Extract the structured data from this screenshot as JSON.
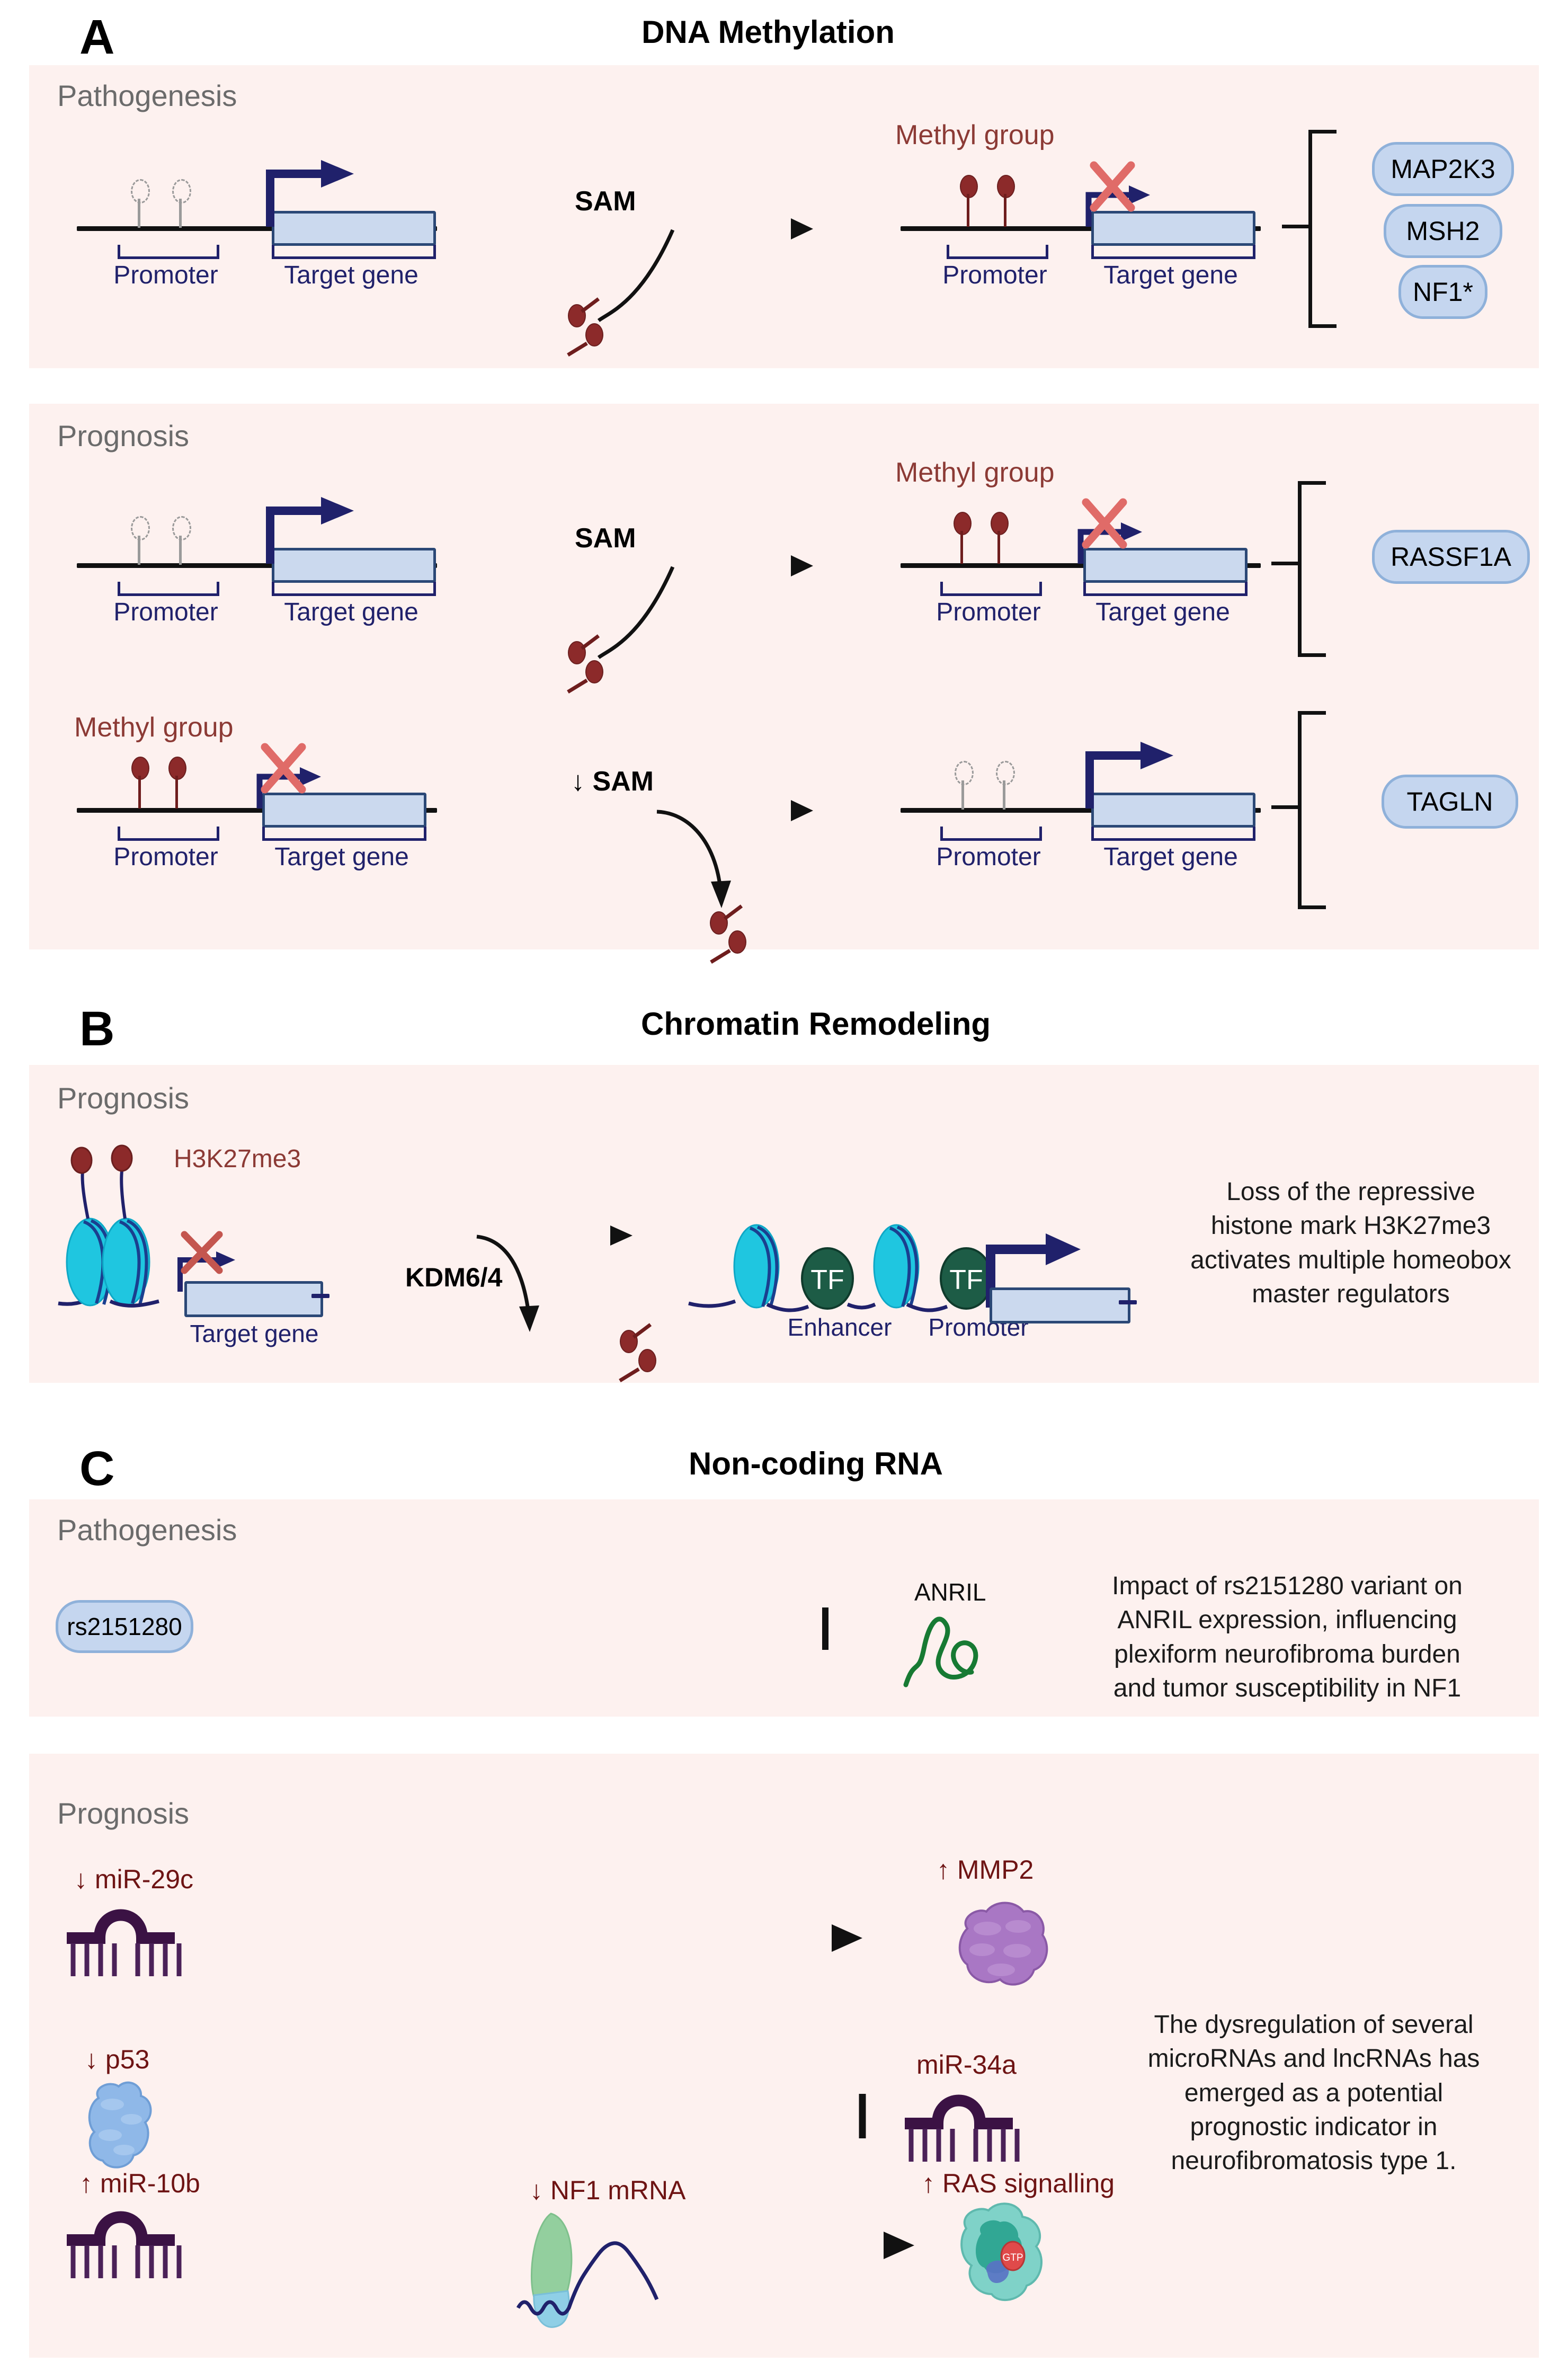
{
  "figure": {
    "panels": [
      {
        "letter": "A",
        "title": "DNA Methylation",
        "sections": [
          {
            "stage": "Pathogenesis",
            "methyl_label": "Methyl group",
            "enzyme_label": "SAM",
            "promoter_label": "Promoter",
            "gene_label": "Target gene",
            "outcome_genes": [
              "MAP2K3",
              "MSH2",
              "NF1*"
            ]
          },
          {
            "stage": "Prognosis",
            "row1": {
              "methyl_label": "Methyl group",
              "enzyme_label": "SAM",
              "promoter_label": "Promoter",
              "gene_label": "Target gene",
              "outcome_genes": [
                "RASSF1A"
              ]
            },
            "row2": {
              "methyl_label": "Methyl group",
              "enzyme_label": "↓ SAM",
              "promoter_label": "Promoter",
              "gene_label": "Target gene",
              "outcome_genes": [
                "TAGLN"
              ]
            }
          }
        ]
      },
      {
        "letter": "B",
        "title": "Chromatin Remodeling",
        "stage": "Prognosis",
        "histone_mark": "H3K27me3",
        "gene_label": "Target gene",
        "enzyme_label": "KDM6/4",
        "tf_label": "TF",
        "enhancer_label": "Enhancer",
        "promoter_label": "Promoter",
        "blurb": "Loss of the repressive histone mark H3K27me3 activates multiple homeobox master regulators"
      },
      {
        "letter": "C",
        "title": "Non-coding RNA",
        "pathogenesis": {
          "stage": "Pathogenesis",
          "variant": "rs2151280",
          "rna_label": "ANRIL",
          "blurb": "Impact of rs2151280 variant on ANRIL expression, influencing plexiform neurofibroma burden and tumor susceptibility in NF1"
        },
        "prognosis": {
          "stage": "Prognosis",
          "rows": [
            {
              "source": "↓ miR-29c",
              "target": "↑ MMP2",
              "link": "arrow"
            },
            {
              "source": "↓ p53",
              "target": "miR-34a",
              "link": "inhibit"
            },
            {
              "source": "↑ miR-10b",
              "middle": "↓ NF1 mRNA",
              "target": "↑ RAS signalling",
              "link": "arrow"
            }
          ],
          "blurb": "The dysregulation of several microRNAs and lncRNAs has emerged as a potential prognostic indicator in neurofibromatosis type 1."
        }
      }
    ],
    "colors": {
      "band_bg": "#fdf1ef",
      "gene_pill_fill": "#c5d6ef",
      "gene_pill_stroke": "#8fb1da",
      "navy": "#20216b",
      "methyl_red": "#8c2a2a",
      "dark_red_text": "#6e1414",
      "cross_red": "#e06b68",
      "histone_cyan": "#1fc6e0",
      "tf_green": "#1d5c46",
      "anril_green": "#177a33",
      "mirna_purple": "#3b1244",
      "mmp2_purple": "#a977c4",
      "p53_blue": "#8fb8e8",
      "stage_gray": "#6b6b6b"
    }
  }
}
